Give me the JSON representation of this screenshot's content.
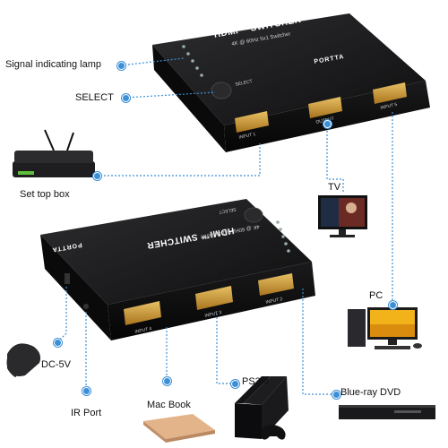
{
  "top_switch": {
    "title": "HDMI™ SWITCHER",
    "subtitle": "4K @ 60Hz 5x1 Switcher",
    "brand": "PORTTA",
    "select_text": "SELECT",
    "ports": [
      "INPUT 1",
      "OUTPUT",
      "INPUT 5"
    ]
  },
  "bottom_switch": {
    "title": "HDMI™ SWITCHER",
    "subtitle": "4K @ 60Hz 5x1 Switcher",
    "brand": "PORTTA",
    "select_text": "SELECT",
    "ports": [
      "INPUT 4",
      "INPUT 3",
      "INPUT 2"
    ]
  },
  "callouts": {
    "signal_lamp": "Signal indicating lamp",
    "select": "SELECT",
    "set_top_box": "Set top box",
    "tv": "TV",
    "pc": "PC",
    "dc": "DC-5V",
    "ir_port": "IR Port",
    "mac_book": "Mac Book",
    "ps": "PS3/4",
    "bluray": "Blue-ray DVD"
  },
  "colors": {
    "accent": "#3b8fd6",
    "device": "#1c1c1e",
    "gold": "#c9962f"
  }
}
